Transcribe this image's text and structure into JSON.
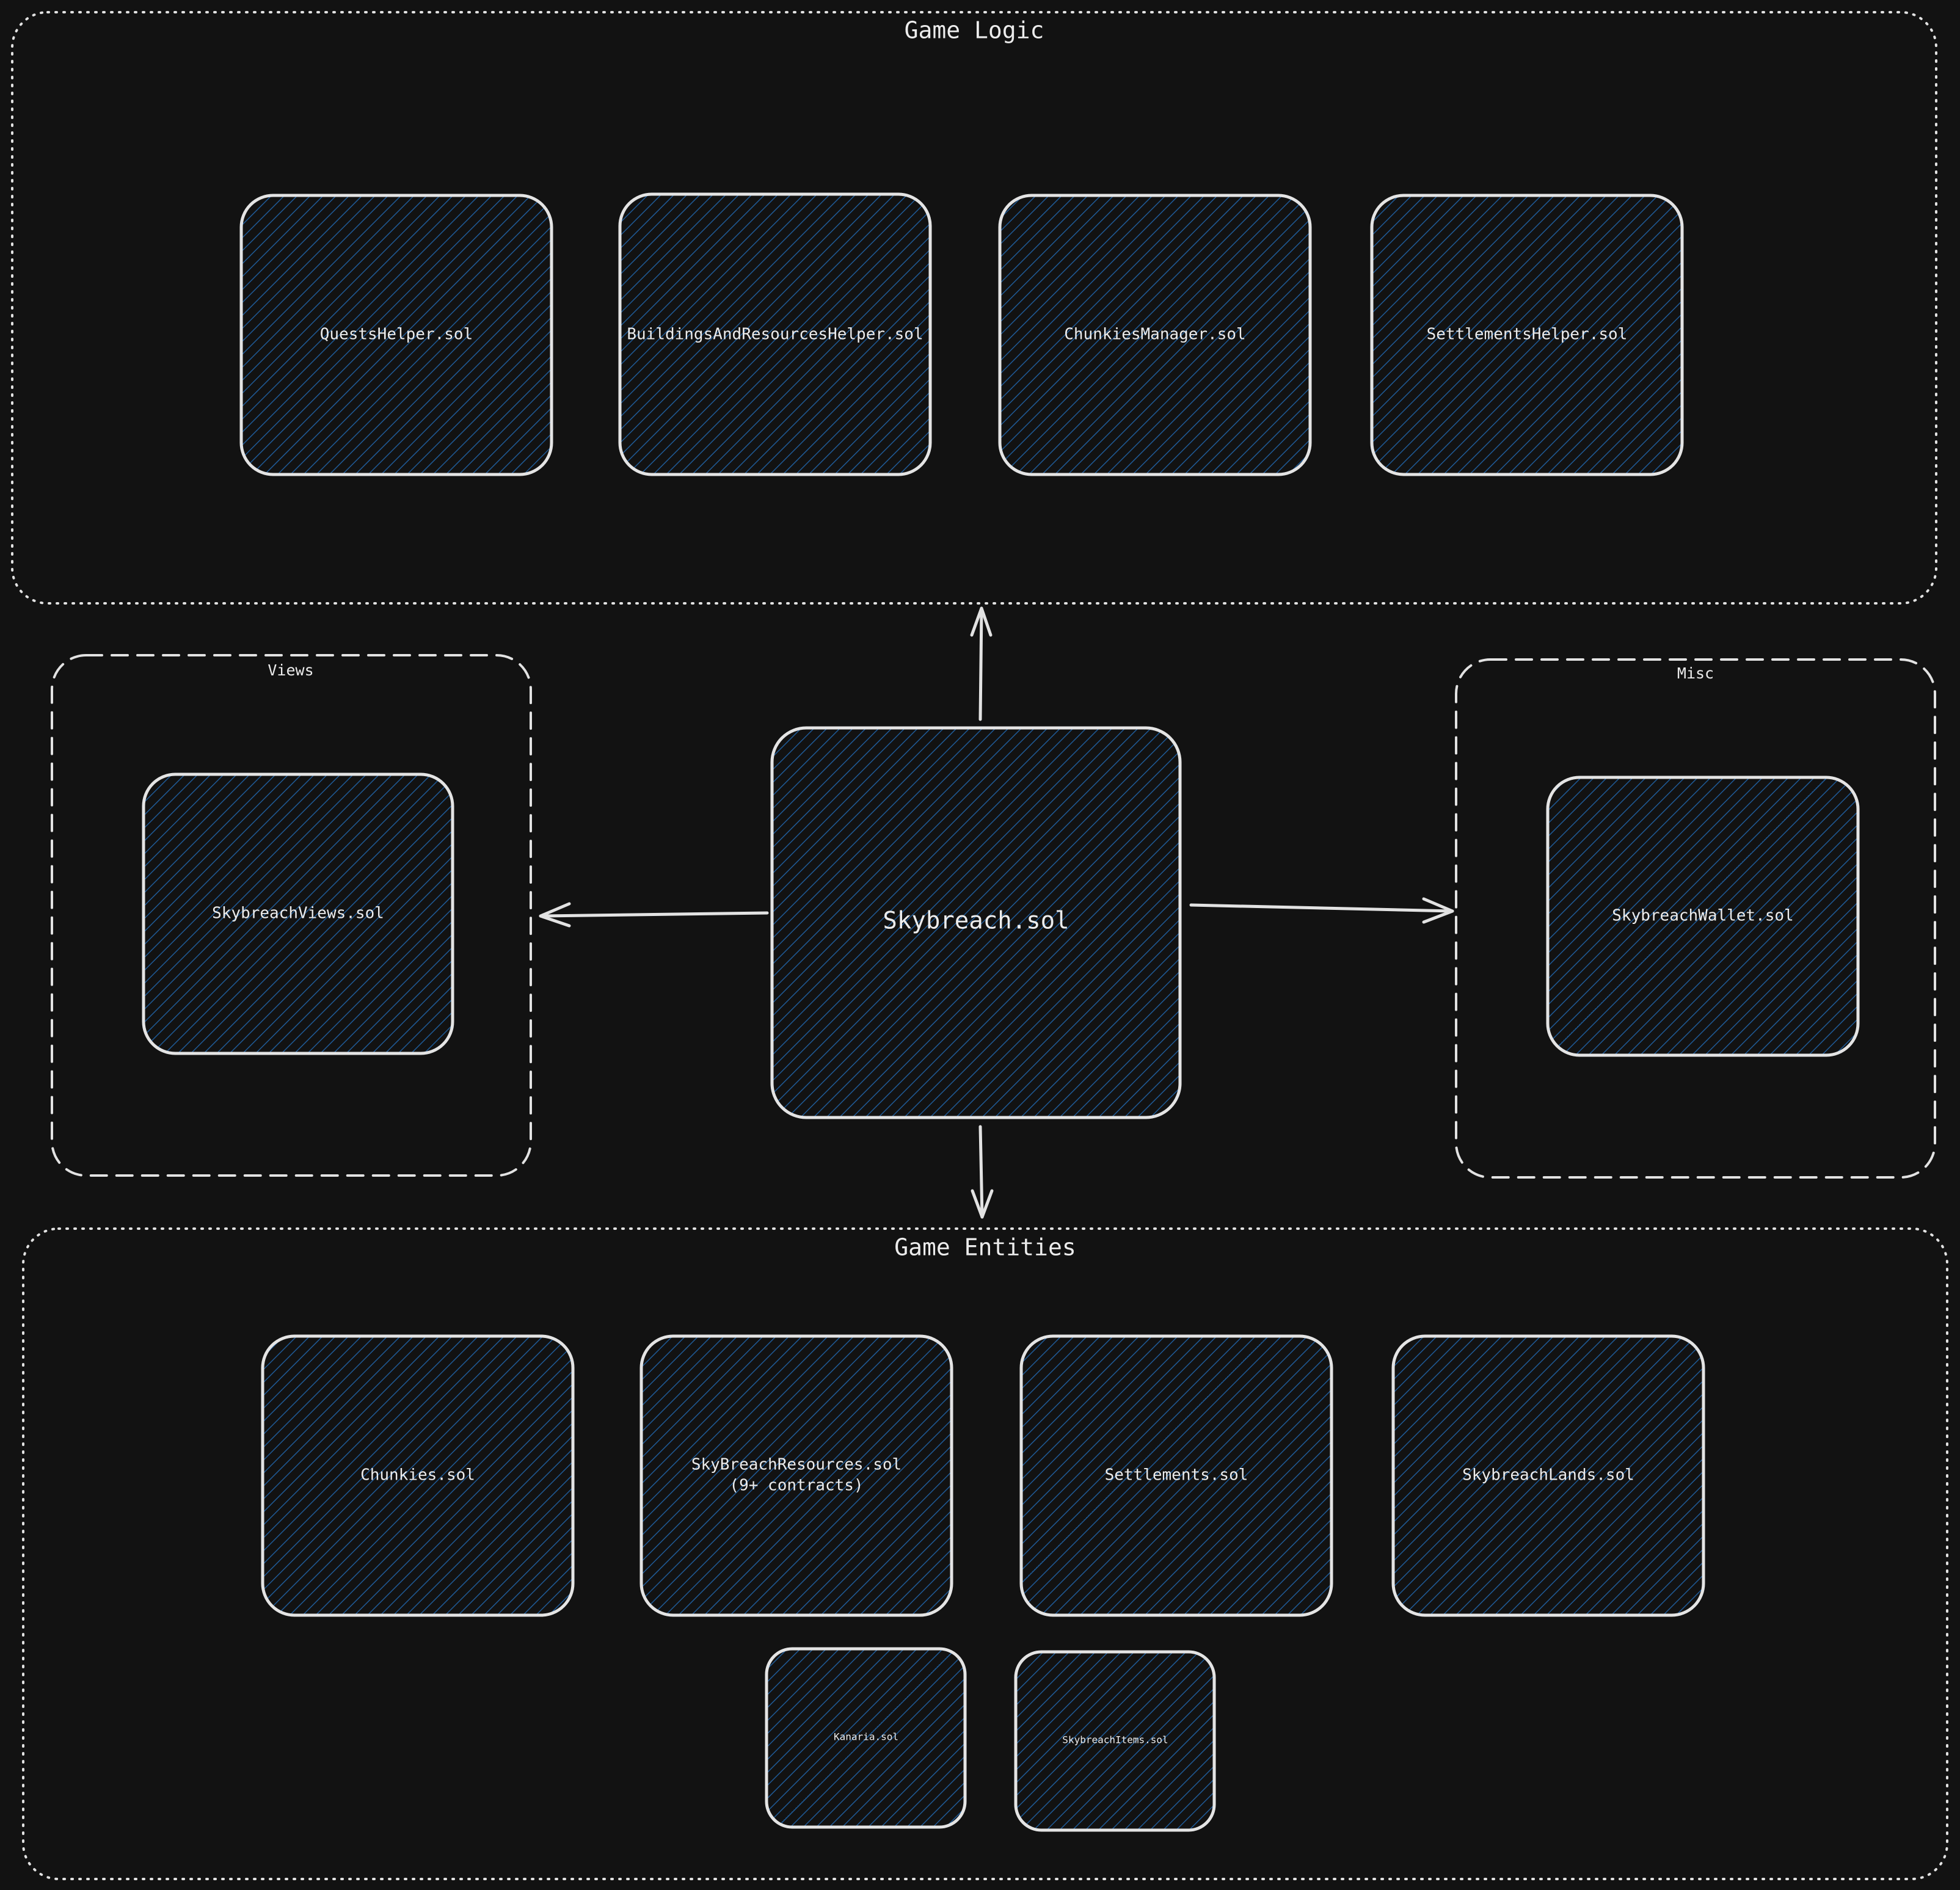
{
  "groups": {
    "game_logic": "Game Logic",
    "views": "Views",
    "misc": "Misc",
    "game_entities": "Game Entities"
  },
  "nodes": {
    "quests_helper": "QuestsHelper.sol",
    "buildings_helper": "BuildingsAndResourcesHelper.sol",
    "chunkies_manager": "ChunkiesManager.sol",
    "settlements_helper": "SettlementsHelper.sol",
    "skybreach": "Skybreach.sol",
    "skybreach_views": "SkybreachViews.sol",
    "skybreach_wallet": "SkybreachWallet.sol",
    "chunkies": "Chunkies.sol",
    "skybreach_resources": "SkyBreachResources.sol",
    "skybreach_resources_note": "(9+ contracts)",
    "settlements": "Settlements.sol",
    "skybreach_lands": "SkybreachLands.sol",
    "kanaria": "Kanaria.sol",
    "skybreach_items": "SkybreachItems.sol"
  },
  "colors": {
    "background": "#121212",
    "stroke": "#e2e2e2",
    "hatch": "#1f5a96",
    "text": "#ececec"
  }
}
